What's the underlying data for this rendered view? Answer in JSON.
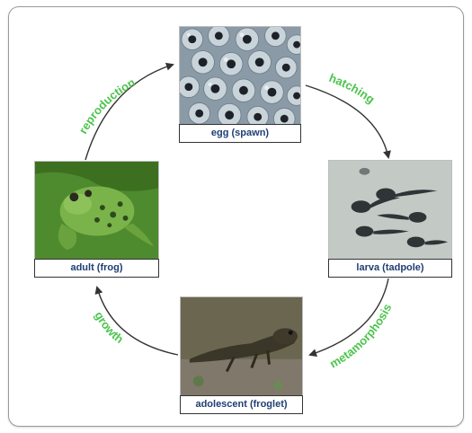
{
  "stages": {
    "egg": "egg (spawn)",
    "larva": "larva (tadpole)",
    "adolescent": "adolescent (froglet)",
    "adult": "adult (frog)"
  },
  "transitions": {
    "hatching": "hatching",
    "metamorphosis": "metamorphosis",
    "growth": "growth",
    "reproduction": "reproduction"
  },
  "colors": {
    "caption_text": "#1f3e73",
    "transition_label": "#4cc44c",
    "arrow": "#333333"
  }
}
